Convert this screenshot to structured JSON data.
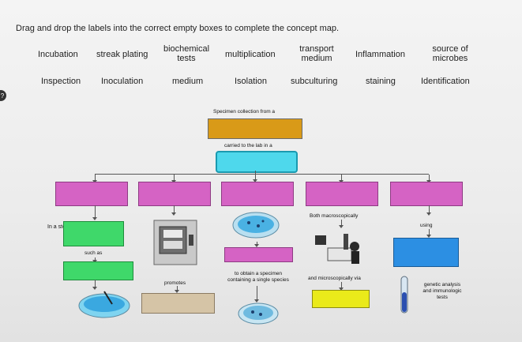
{
  "instruction": "Drag and drop the labels into the correct empty boxes to complete the concept map.",
  "labels_row1": [
    "Incubation",
    "streak plating",
    "biochemical tests",
    "multiplication",
    "transport medium",
    "Inflammation",
    "source of microbes"
  ],
  "labels_row2": [
    "Inspection",
    "Inoculation",
    "medium",
    "Isolation",
    "subculturing",
    "staining",
    "Identification"
  ],
  "map": {
    "specimen_text": "Specimen collection from a",
    "carried_text": "carried to the lab in a",
    "in_sterile": "In a sterile",
    "such_as": "such as",
    "promotes": "promotes",
    "to_obtain": "to obtain a specimen containing a single species",
    "both_macro": "Both macroscopically",
    "micro": "and microscopically via",
    "using": "using",
    "genetic": "genetic analysis and immunologic tests"
  },
  "colors": {
    "orange": "#d99a18",
    "cyan": "#4ed8ec",
    "magenta": "#d563c4",
    "green": "#3fd86a",
    "blue": "#2c8fe3",
    "tan": "#d5c4a6",
    "yellow": "#eaea1a"
  }
}
